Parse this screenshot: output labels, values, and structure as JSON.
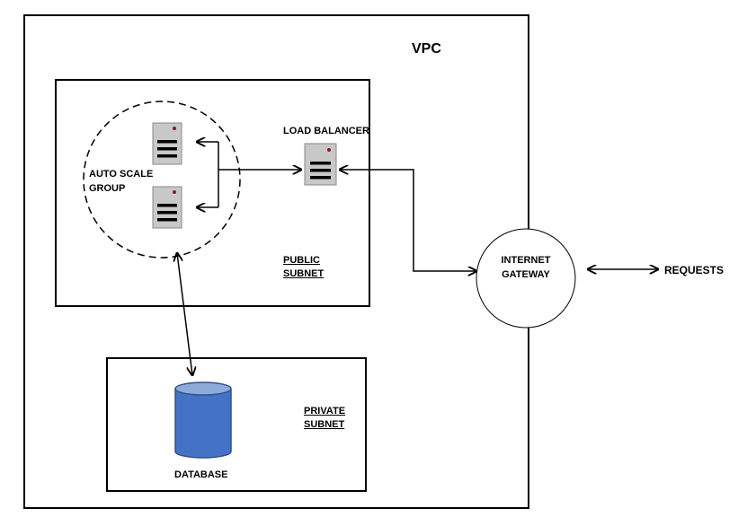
{
  "vpc": {
    "title": "VPC"
  },
  "public_subnet": {
    "label_line1": "PUBLIC",
    "label_line2": "SUBNET"
  },
  "private_subnet": {
    "label_line1": "PRIVATE",
    "label_line2": "SUBNET"
  },
  "auto_scale_group": {
    "label_line1": "AUTO SCALE",
    "label_line2": "GROUP"
  },
  "load_balancer": {
    "label": "LOAD BALANCER"
  },
  "internet_gateway": {
    "label_line1": "INTERNET",
    "label_line2": "GATEWAY"
  },
  "database": {
    "label": "DATABASE"
  },
  "requests": {
    "label": "REQUESTS"
  },
  "colors": {
    "server_fill": "#c8c8c8",
    "server_stripes": "#000000",
    "server_led": "#8b1a1a",
    "database_fill": "#4472c4",
    "database_top": "#8eaadb",
    "database_stroke": "#2f528f"
  }
}
